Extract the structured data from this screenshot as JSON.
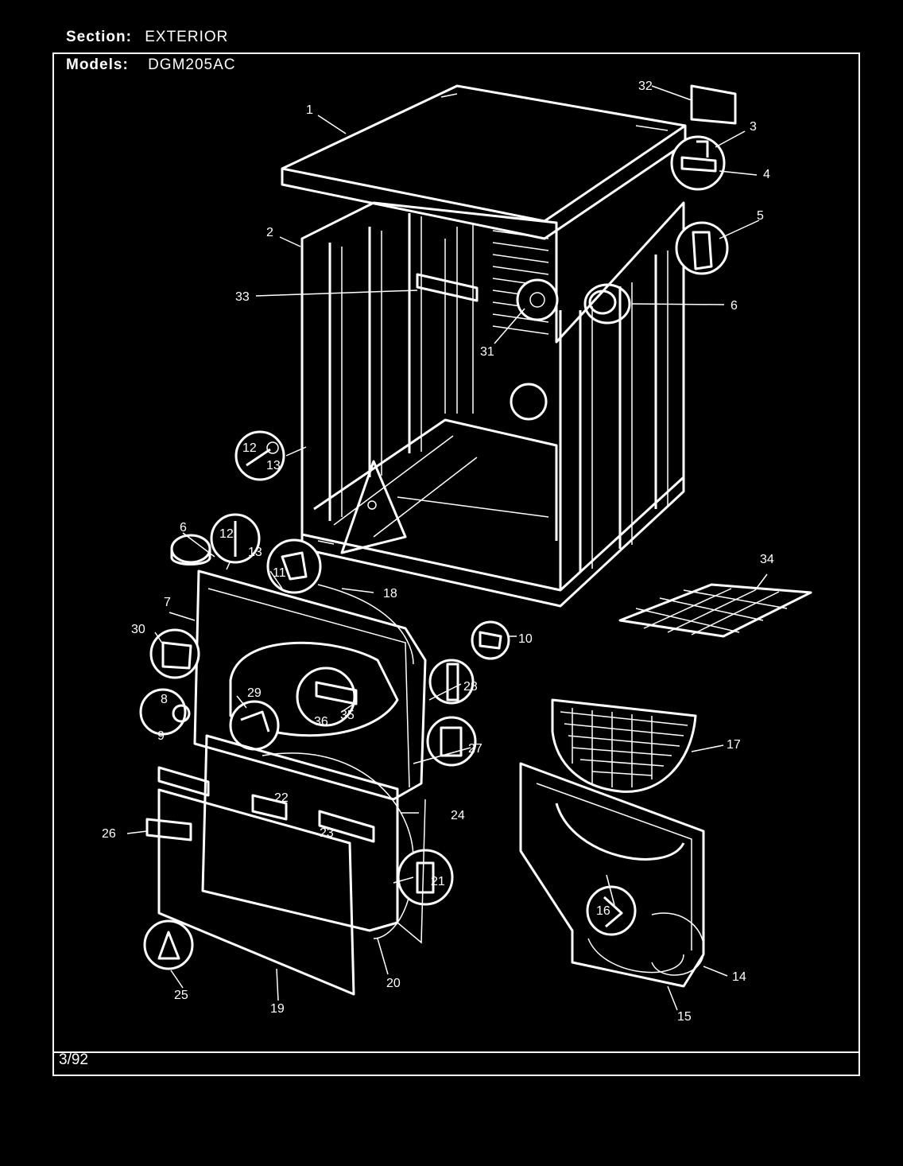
{
  "header": {
    "section_label": "Section:",
    "section_value": "EXTERIOR",
    "models_label": "Models:",
    "models_value": "DGM205AC"
  },
  "footer": {
    "date": "3/92"
  },
  "callouts": [
    "1",
    "2",
    "3",
    "4",
    "5",
    "6",
    "33",
    "31",
    "12",
    "13",
    "6",
    "12",
    "13",
    "11",
    "18",
    "7",
    "30",
    "10",
    "28",
    "8",
    "9",
    "29",
    "35",
    "36",
    "27",
    "22",
    "23",
    "24",
    "26",
    "21",
    "25",
    "19",
    "20",
    "34",
    "17",
    "16",
    "14",
    "15",
    "32"
  ]
}
